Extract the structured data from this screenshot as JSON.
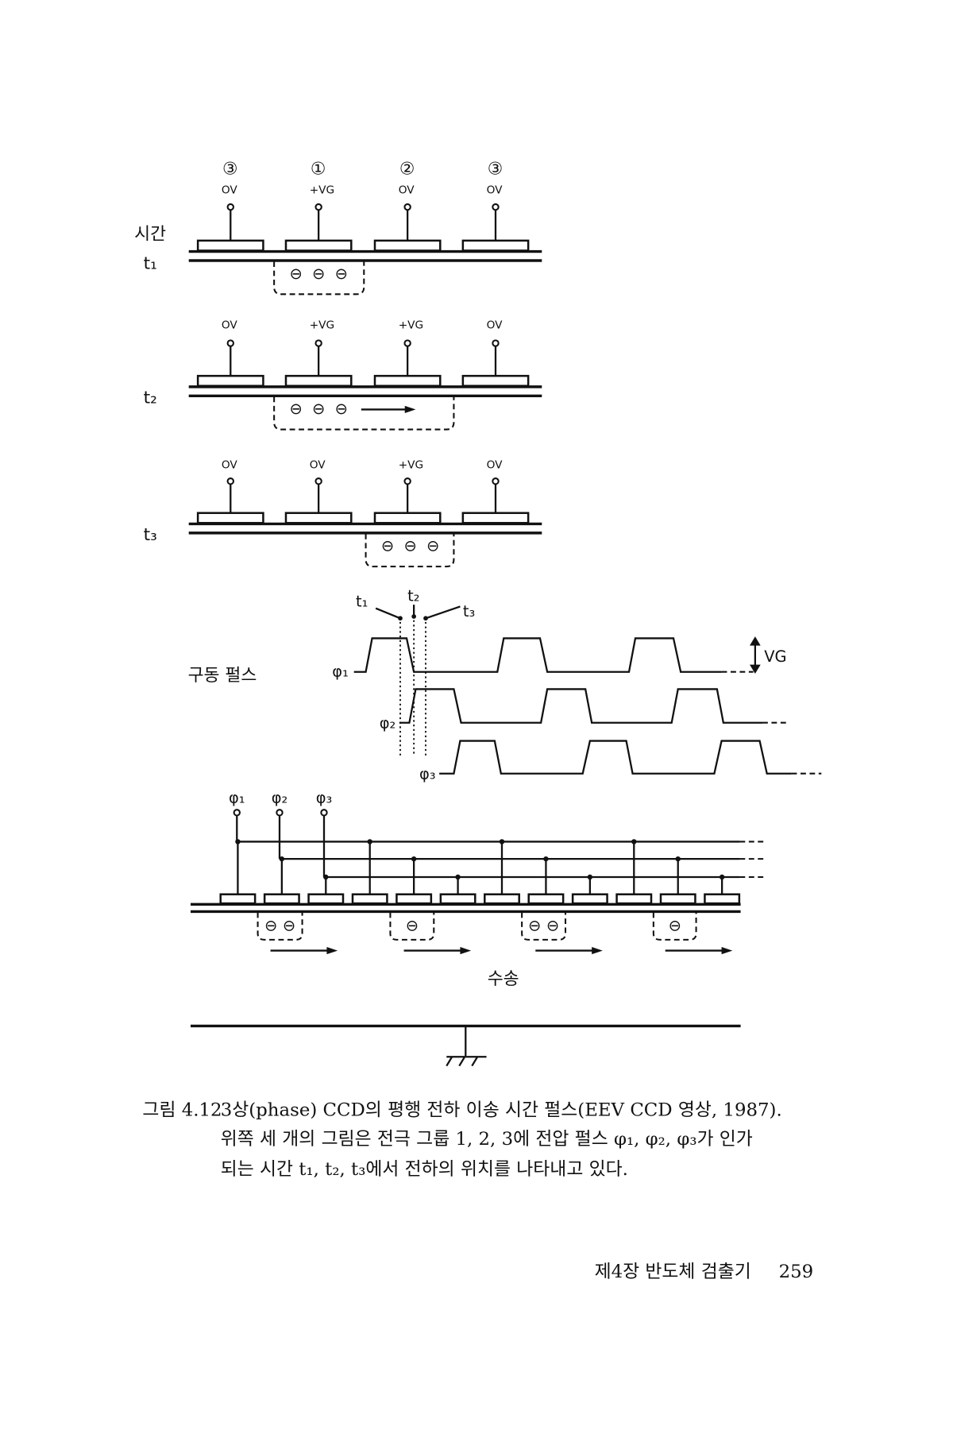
{
  "cells": {
    "labels": [
      "③",
      "①",
      "②",
      "③"
    ],
    "time_label": "시간",
    "t1": {
      "label": "t₁",
      "voltages": [
        "OV",
        "+VG",
        "OV",
        "OV"
      ]
    },
    "t2": {
      "label": "t₂",
      "voltages": [
        "OV",
        "+VG",
        "+VG",
        "OV"
      ]
    },
    "t3": {
      "label": "t₃",
      "voltages": [
        "OV",
        "OV",
        "+VG",
        "OV"
      ]
    },
    "electron": "⊖"
  },
  "pulses": {
    "title": "구동 펄스",
    "phi1": "φ₁",
    "phi2": "φ₂",
    "phi3": "φ₃",
    "t1": "t₁",
    "t2": "t₂",
    "t3": "t₃",
    "vg": "VG"
  },
  "transfer": {
    "phi_labels": [
      "φ₁",
      "φ₂",
      "φ₃"
    ],
    "label": "수송"
  },
  "caption": {
    "number": "그림 4.12",
    "line1": "3상(phase) CCD의 평행 전하 이송 시간 펄스(EEV CCD 영상, 1987).",
    "line2": "위쪽 세 개의 그림은 전극 그룹 1, 2, 3에 전압 펄스 φ₁, φ₂, φ₃가 인가",
    "line3": "되는 시간 t₁, t₂, t₃에서 전하의 위치를 나타내고 있다."
  },
  "footer": {
    "chapter": "제4장 반도체 검출기",
    "page": "259"
  }
}
